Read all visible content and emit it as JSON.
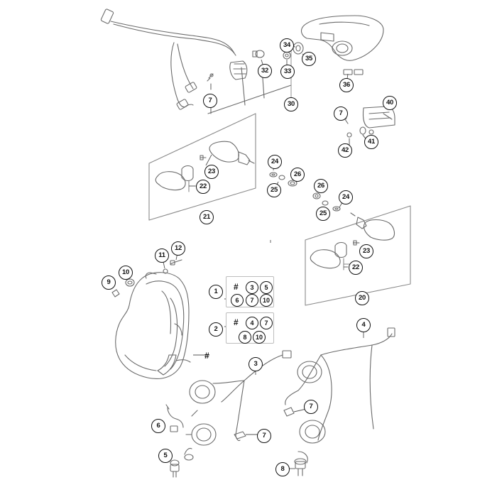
{
  "diagram": {
    "callouts": [
      "1",
      "2",
      "3",
      "4",
      "5",
      "6",
      "7",
      "8",
      "9",
      "10",
      "11",
      "12",
      "20",
      "21",
      "22",
      "23",
      "24",
      "25",
      "26",
      "30",
      "32",
      "33",
      "34",
      "35",
      "36",
      "40",
      "41",
      "42"
    ],
    "kits": {
      "kit_1": [
        "#",
        "3",
        "5",
        "6",
        "7",
        "10"
      ],
      "kit_2": [
        "#",
        "4",
        "7",
        "8",
        "10"
      ]
    },
    "headlight_hash_label": "#"
  }
}
